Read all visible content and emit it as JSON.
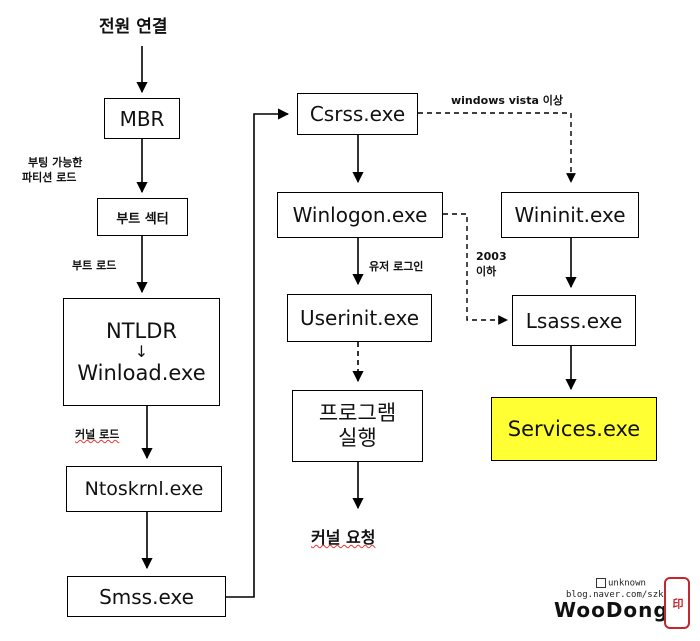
{
  "title": "전원 연결",
  "boxes": {
    "mbr": "MBR",
    "boot_sector": "부트 섹터",
    "ntldr_top": "NTLDR",
    "ntldr_arrow": "↓",
    "ntldr_bottom": "Winload.exe",
    "ntoskrnl": "Ntoskrnl.exe",
    "smss": "Smss.exe",
    "csrss": "Csrss.exe",
    "winlogon": "Winlogon.exe",
    "userinit": "Userinit.exe",
    "program_line1": "프로그램",
    "program_line2": "실행",
    "wininit": "Wininit.exe",
    "lsass": "Lsass.exe",
    "services": "Services.exe"
  },
  "labels": {
    "bootable_partition_line1": "부팅 가능한",
    "bootable_partition_line2": "파티션 로드",
    "boot_load": "부트 로드",
    "kernel_load": "커널 로드",
    "user_login": "유저 로그인",
    "vista_or_later": "windows vista 이상",
    "xp2003_line1": "2003",
    "xp2003_line2": "이하",
    "kernel_request": "커널 요청"
  },
  "watermark": {
    "tag": "unknown",
    "url": "blog.naver.com/szk",
    "brand": "WooDong"
  },
  "colors": {
    "services_fill": "#ffff33",
    "line": "#000000"
  }
}
